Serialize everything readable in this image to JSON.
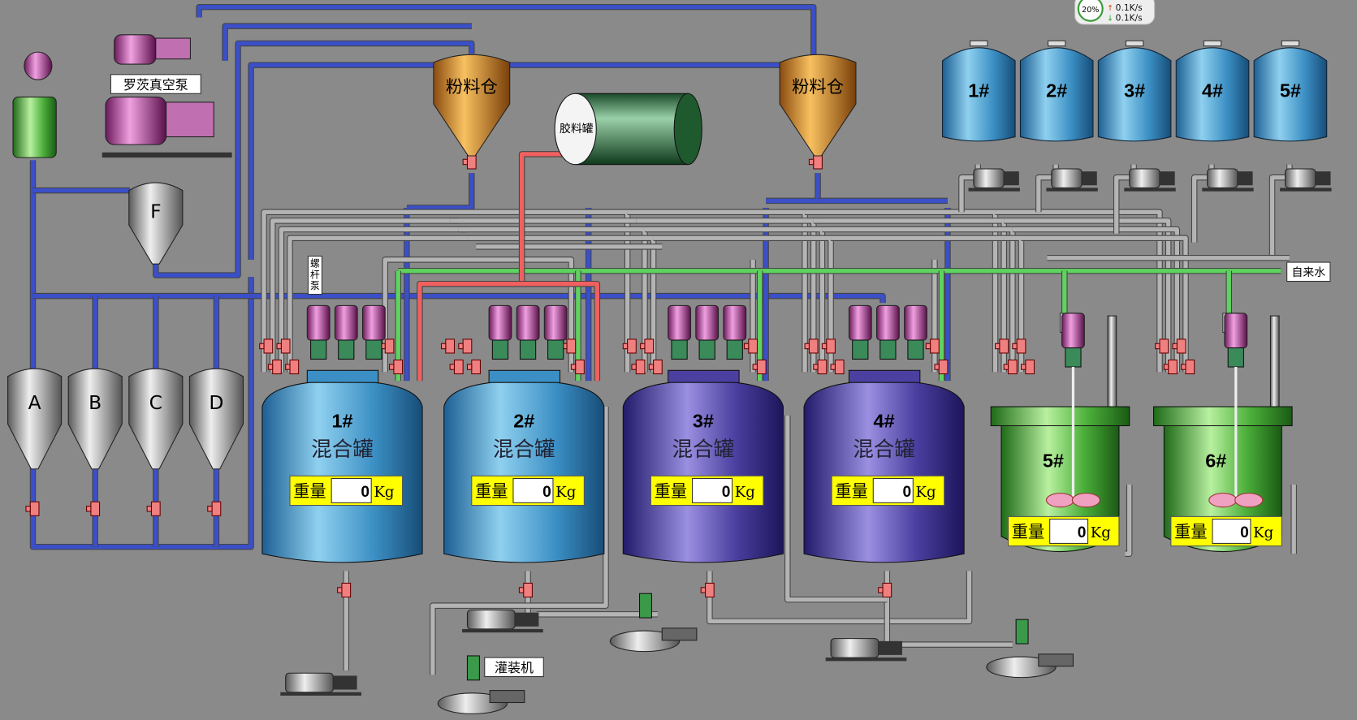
{
  "colors": {
    "background": "#8a8a8a",
    "pipe_gray": "#b4b4b4",
    "pipe_blue": "#3a4fc8",
    "pipe_green": "#5fd35f",
    "pipe_red": "#f06060",
    "weight_bg": "#ffff00",
    "tank_blue": "#3b8fc4",
    "tank_purple": "#4b3fa0",
    "reactor_green": "#4caf3a"
  },
  "net_widget": {
    "percent": "20%",
    "up": "0.1K/s",
    "down": "0.1K/s"
  },
  "labels": {
    "roots_pump": "罗茨真空泵",
    "powder_silo_1": "粉料仓",
    "powder_silo_2": "粉料仓",
    "glue_tank": "胶料罐",
    "hopper_f": "F",
    "screw_pump": "螺杆泵",
    "tap_water": "自来水",
    "filler": "灌装机"
  },
  "hoppers": [
    "A",
    "B",
    "C",
    "D"
  ],
  "storage_tanks": [
    "1#",
    "2#",
    "3#",
    "4#",
    "5#"
  ],
  "mix_tanks": [
    {
      "id": "1#",
      "name": "混合罐",
      "weight_label": "重量",
      "weight": "0",
      "unit": "Kg"
    },
    {
      "id": "2#",
      "name": "混合罐",
      "weight_label": "重量",
      "weight": "0",
      "unit": "Kg"
    },
    {
      "id": "3#",
      "name": "混合罐",
      "weight_label": "重量",
      "weight": "0",
      "unit": "Kg"
    },
    {
      "id": "4#",
      "name": "混合罐",
      "weight_label": "重量",
      "weight": "0",
      "unit": "Kg"
    }
  ],
  "reactors": [
    {
      "id": "5#",
      "weight_label": "重量",
      "weight": "0",
      "unit": "Kg"
    },
    {
      "id": "6#",
      "weight_label": "重量",
      "weight": "0",
      "unit": "Kg"
    }
  ]
}
